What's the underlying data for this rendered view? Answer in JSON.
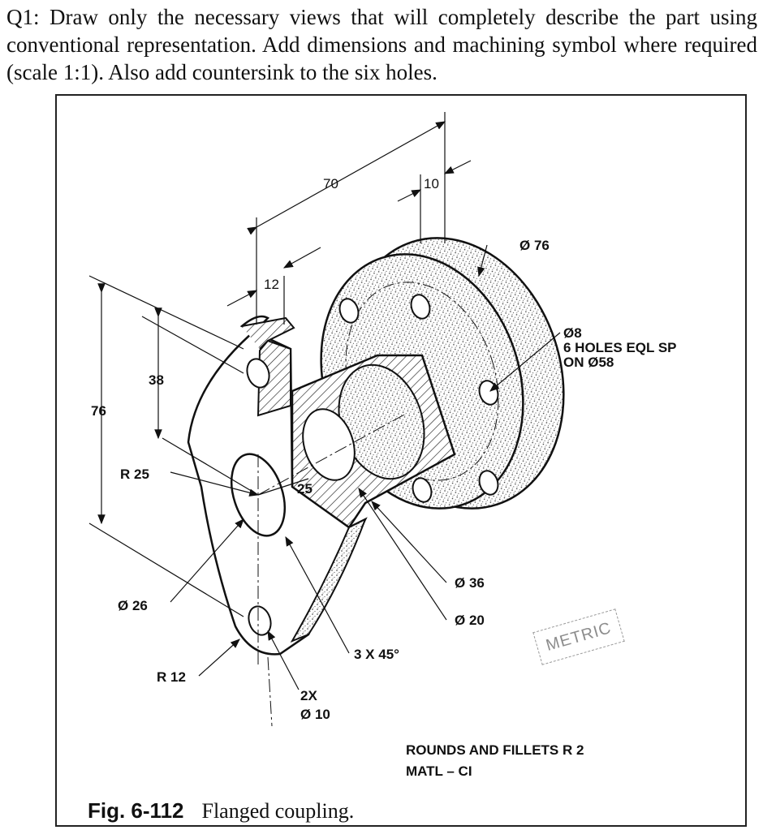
{
  "question": "Q1: Draw only the necessary views that will completely describe the part using conventional representation. Add dimensions and machining symbol where required (scale 1:1). Also add countersink to the six holes.",
  "dimensions": {
    "d70": "70",
    "d10": "10",
    "d12": "12",
    "dia76": "Ø 76",
    "hole_dia": "Ø8",
    "hole_pattern": "6 HOLES EQL SP",
    "hole_circle": "ON Ø58",
    "d38": "38",
    "d76": "76",
    "r25": "R 25",
    "d25": "25",
    "dia26": "Ø 26",
    "dia36": "Ø 36",
    "dia20": "Ø 20",
    "chamfer": "3 X 45°",
    "r12": "R 12",
    "holes2x": "2X",
    "dia10": "Ø 10"
  },
  "notes": {
    "rounds": "ROUNDS AND FILLETS R 2",
    "material": "MATL – CI"
  },
  "stamp": "METRIC",
  "caption": {
    "number": "Fig. 6-112",
    "title": "Flanged coupling."
  }
}
